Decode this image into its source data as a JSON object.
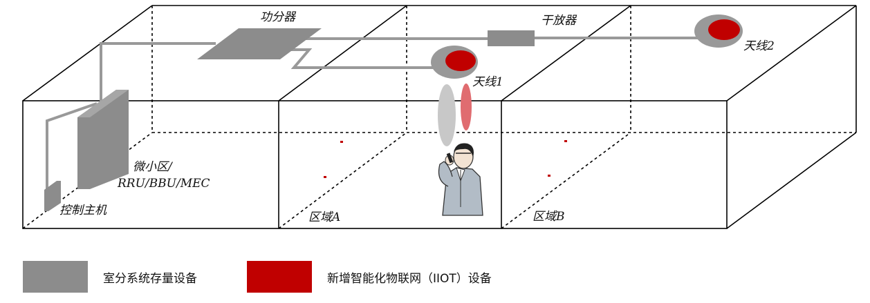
{
  "labels": {
    "power_divider": "功分器",
    "dry_amplifier": "干放器",
    "antenna1": "天线1",
    "antenna2": "天线2",
    "small_cell_line1": "微小区/",
    "small_cell_line2": "RRU/BBU/MEC",
    "control_host": "控制主机",
    "zone_a": "区域A",
    "zone_b": "区域B"
  },
  "legend": [
    {
      "label": "室分系统存量设备",
      "color": "#8c8c8c"
    },
    {
      "label": "新增智能化物联网（IIOT）设备",
      "color": "#c00000"
    }
  ],
  "colors": {
    "existing_device": "#8c8c8c",
    "new_iiot_device": "#c00000",
    "antenna_gray": "#999999"
  }
}
